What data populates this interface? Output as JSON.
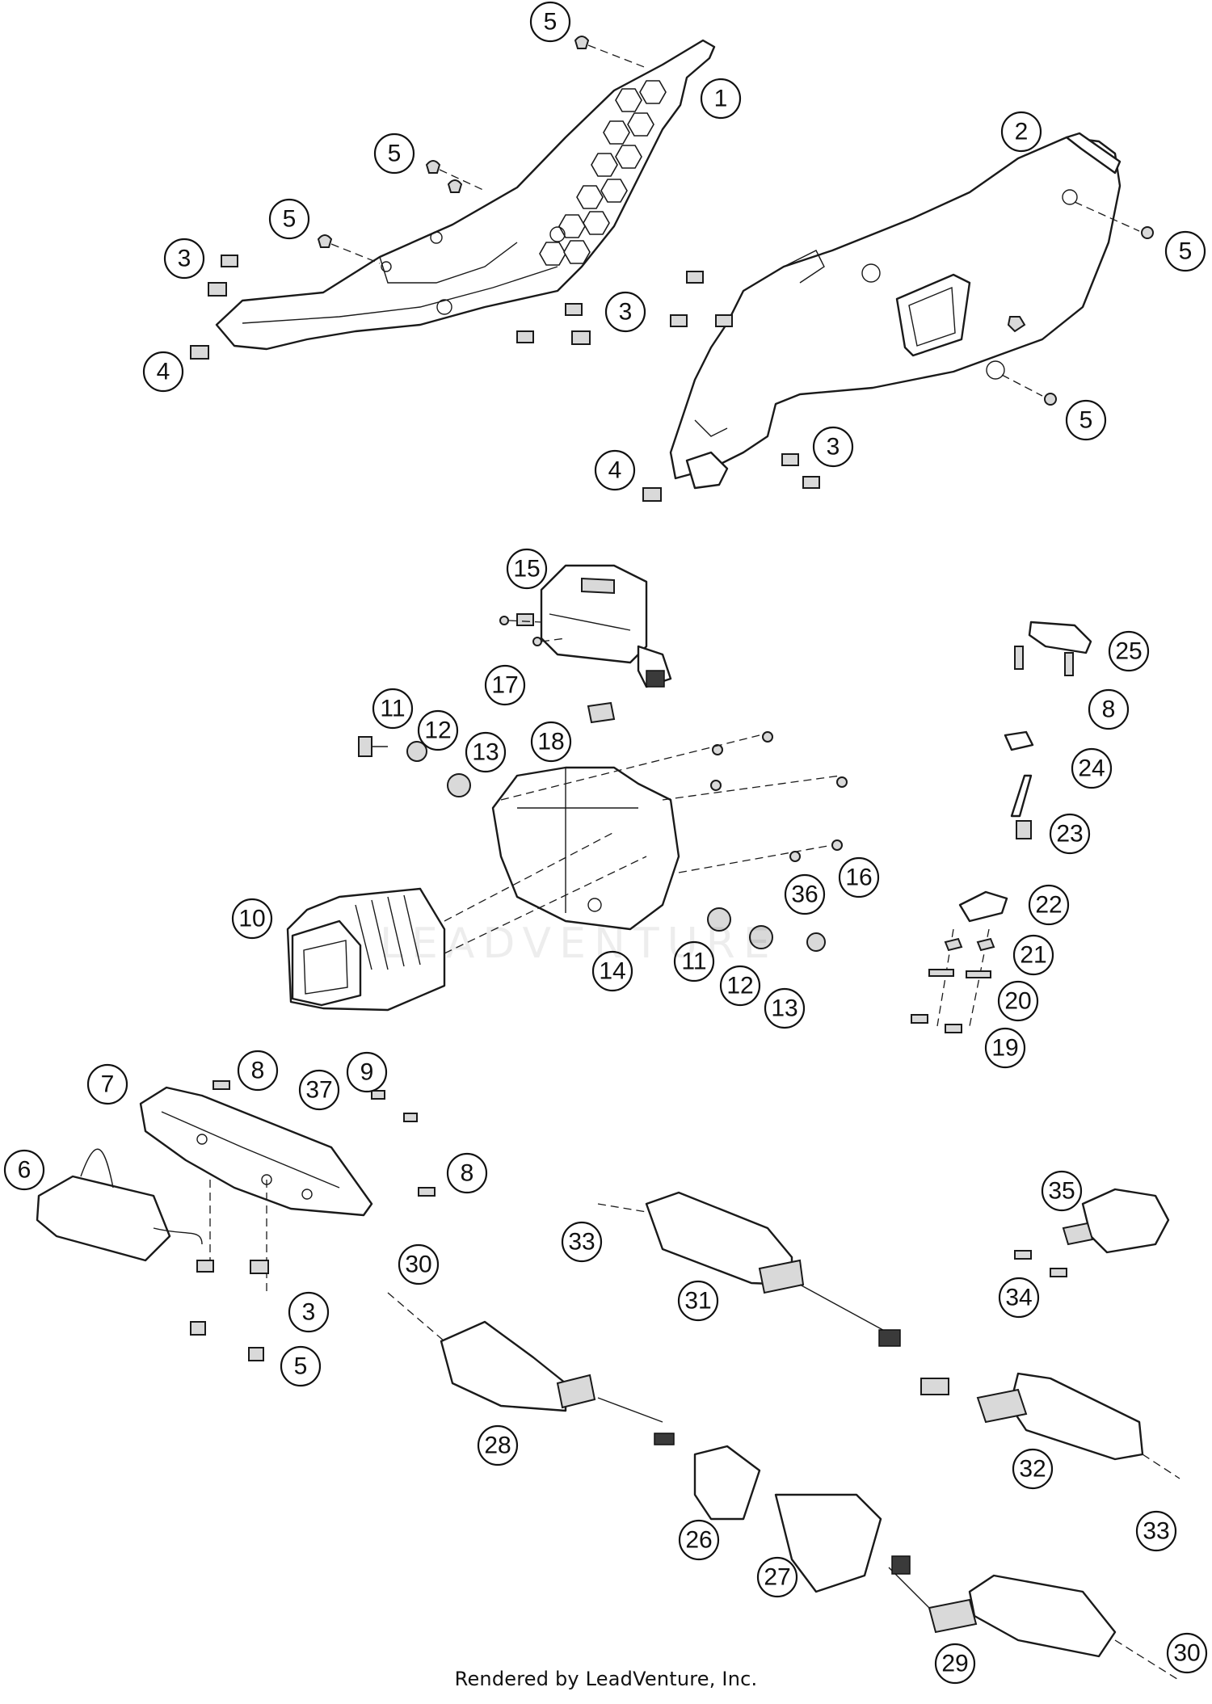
{
  "credit": "Rendered by LeadVenture, Inc.",
  "watermark": "LEADVENTURE",
  "callouts": [
    {
      "label": "5"
    },
    {
      "label": "1"
    },
    {
      "label": "5"
    },
    {
      "label": "5"
    },
    {
      "label": "3"
    },
    {
      "label": "4"
    },
    {
      "label": "2"
    },
    {
      "label": "5"
    },
    {
      "label": "3"
    },
    {
      "label": "5"
    },
    {
      "label": "4"
    },
    {
      "label": "3"
    },
    {
      "label": "15"
    },
    {
      "label": "17"
    },
    {
      "label": "25"
    },
    {
      "label": "8"
    },
    {
      "label": "11"
    },
    {
      "label": "12"
    },
    {
      "label": "13"
    },
    {
      "label": "18"
    },
    {
      "label": "24"
    },
    {
      "label": "23"
    },
    {
      "label": "16"
    },
    {
      "label": "36"
    },
    {
      "label": "22"
    },
    {
      "label": "10"
    },
    {
      "label": "14"
    },
    {
      "label": "11"
    },
    {
      "label": "12"
    },
    {
      "label": "13"
    },
    {
      "label": "21"
    },
    {
      "label": "20"
    },
    {
      "label": "19"
    },
    {
      "label": "7"
    },
    {
      "label": "8"
    },
    {
      "label": "37"
    },
    {
      "label": "9"
    },
    {
      "label": "6"
    },
    {
      "label": "8"
    },
    {
      "label": "35"
    },
    {
      "label": "33"
    },
    {
      "label": "30"
    },
    {
      "label": "31"
    },
    {
      "label": "34"
    },
    {
      "label": "3"
    },
    {
      "label": "5"
    },
    {
      "label": "28"
    },
    {
      "label": "32"
    },
    {
      "label": "26"
    },
    {
      "label": "33"
    },
    {
      "label": "27"
    },
    {
      "label": "29"
    },
    {
      "label": "30"
    }
  ]
}
